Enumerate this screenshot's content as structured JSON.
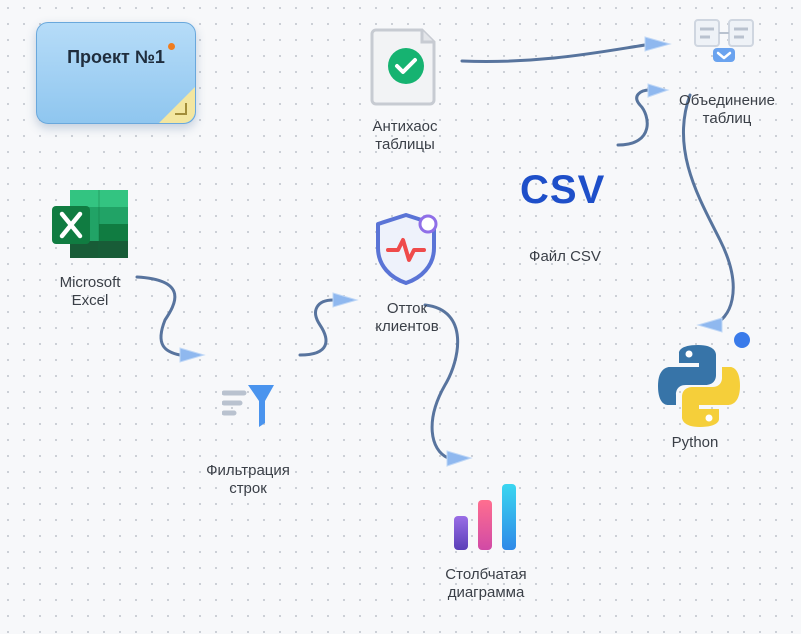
{
  "sticky": {
    "title": "Проект №1"
  },
  "nodes": {
    "antichaos": {
      "label": "Антихаос\nтаблицы",
      "icon": "document-check-icon"
    },
    "merge": {
      "label": "Объединение\nтаблиц",
      "icon": "table-merge-icon"
    },
    "excel": {
      "label": "Microsoft\nExcel",
      "icon": "excel-icon"
    },
    "churn": {
      "label": "Отток\nклиентов",
      "icon": "shield-pulse-icon"
    },
    "csv": {
      "title": "CSV",
      "label": "Файл CSV"
    },
    "filter": {
      "label": "Фильтрация\nстрок",
      "icon": "filter-icon"
    },
    "python": {
      "label": "Python",
      "icon": "python-icon"
    },
    "barchart": {
      "label": "Столбчатая\nдиаграмма",
      "icon": "bar-chart-icon"
    }
  },
  "colors": {
    "connector": "#4f6d99",
    "arrow": "#8fb8ef",
    "accent_blue": "#1e4fc9",
    "check_green": "#16b371"
  }
}
